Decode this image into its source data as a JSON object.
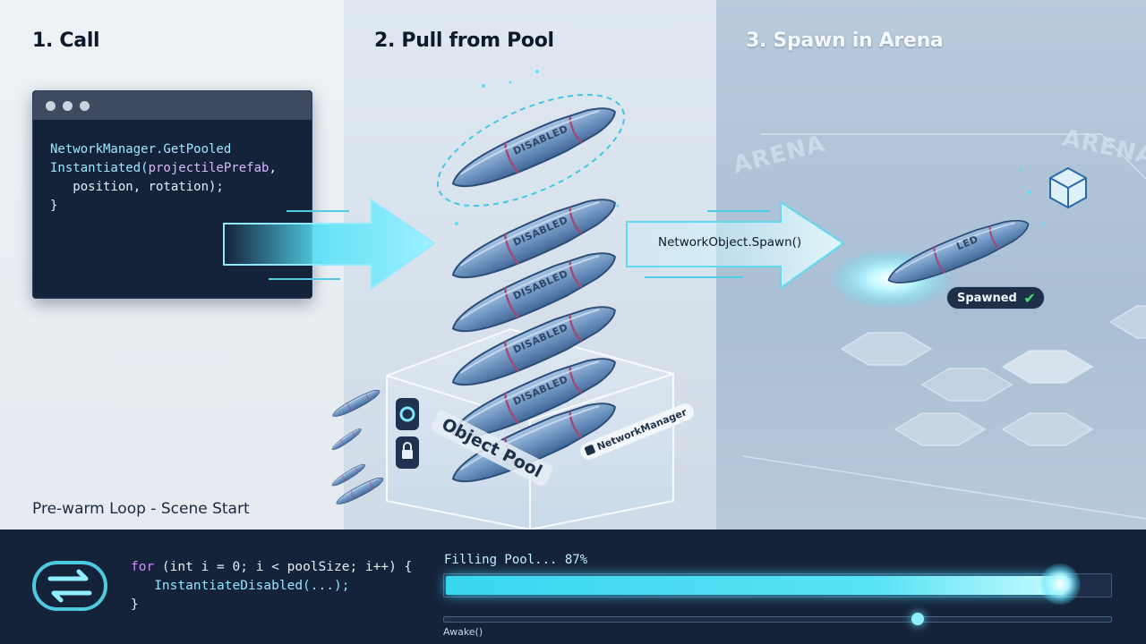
{
  "steps": [
    {
      "title": "1. Call"
    },
    {
      "title": "2. Pull from Pool"
    },
    {
      "title": "3. Spawn in Arena"
    }
  ],
  "call_code": {
    "line1": "NetworkManager.GetPooled",
    "line2_fn": "Instantiated(",
    "line2_arg": "projectilePrefab",
    "line2_end": ",",
    "line3": "   position, rotation);",
    "line4": "}"
  },
  "pool": {
    "label": "Object Pool",
    "manager_label": "NetworkManager",
    "item_state": "DISABLED",
    "item_count": 6
  },
  "spawn": {
    "call_label": "NetworkObject.Spawn()",
    "status_badge": "Spawned",
    "projectile_state_partial": "LED"
  },
  "arena": {
    "floor_label": "ARENA"
  },
  "prewarm": {
    "caption": "Pre-warm Loop - Scene Start",
    "loop_line1_kw": "for",
    "loop_line1_rest": " (int i = 0; i < poolSize; i++) {",
    "loop_line2": "   InstantiateDisabled(...);",
    "loop_line3": "}",
    "progress_label": "Filling Pool... 87%",
    "progress_fraction": 0.87,
    "timeline_label": "Awake()",
    "timeline_fraction": 0.7
  },
  "colors": {
    "accent": "#4fdcf5",
    "dark_panel": "#15233a",
    "success": "#3ee07a"
  }
}
